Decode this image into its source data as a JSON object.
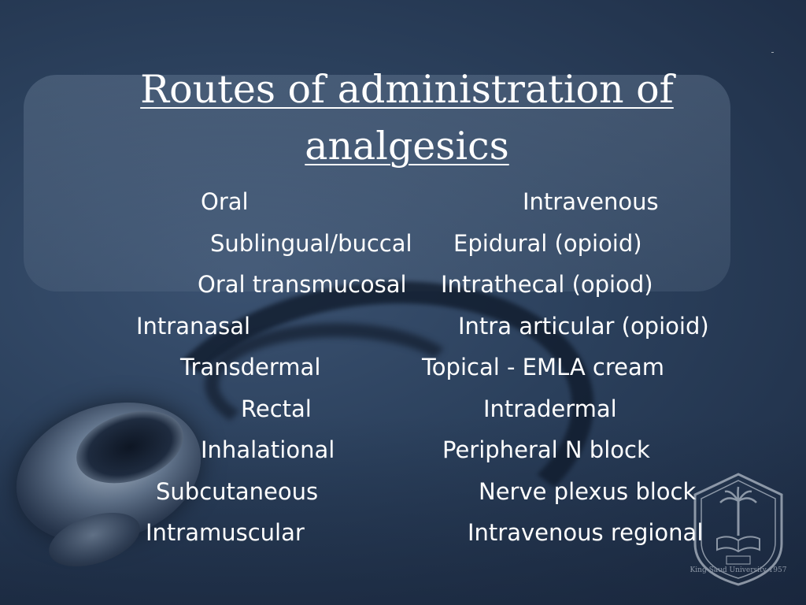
{
  "slide": {
    "title_line1": "Routes of administration of",
    "title_line2": "analgesics",
    "left_column": [
      "Oral",
      "Sublingual/buccal",
      "Oral transmucosal",
      "Intranasal",
      "Transdermal",
      "Rectal",
      "Inhalational",
      "Subcutaneous",
      "Intramuscular"
    ],
    "right_column": [
      "Intravenous",
      "Epidural (opioid)",
      "Intrathecal (opiod)",
      "Intra articular (opioid)",
      "Topical - EMLA cream",
      "Intradermal",
      "Peripheral N block",
      "Nerve plexus block",
      "Intravenous regional"
    ],
    "emblem": {
      "icon": "university-emblem-icon",
      "text": "King Saud University 1957"
    }
  },
  "colors": {
    "background": "#2b405c",
    "text": "#ffffff"
  }
}
